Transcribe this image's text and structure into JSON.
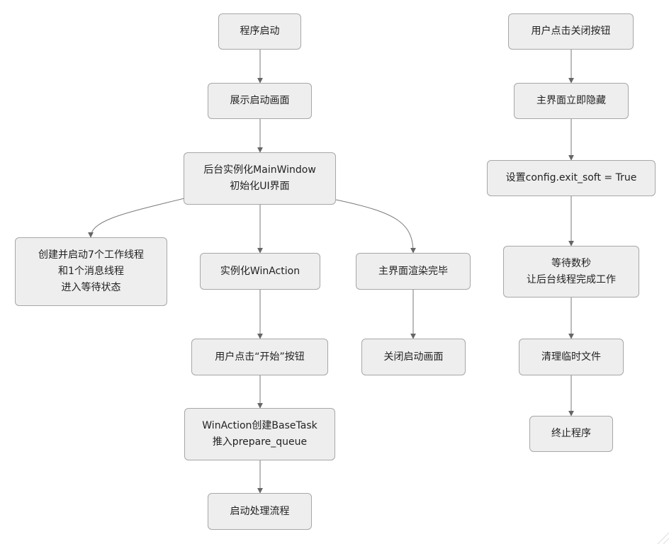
{
  "diagram": {
    "nodes": {
      "start": "程序启动",
      "splash_show": "展示启动画面",
      "init_main": "后台实例化MainWindow\n初始化UI界面",
      "threads": "创建并启动7个工作线程\n和1个消息线程\n进入等待状态",
      "winaction": "实例化WinAction",
      "ui_rendered": "主界面渲染完毕",
      "click_start": "用户点击“开始”按钮",
      "close_splash": "关闭启动画面",
      "create_task": "WinAction创建BaseTask\n推入prepare_queue",
      "start_process": "启动处理流程",
      "click_close": "用户点击关闭按钮",
      "hide_main": "主界面立即隐藏",
      "set_exit": "设置config.exit_soft = True",
      "wait": "等待数秒\n让后台线程完成工作",
      "cleanup": "清理临时文件",
      "terminate": "终止程序"
    }
  },
  "colors": {
    "node_fill": "#eeeeee",
    "node_border": "#a7a7a7",
    "edge": "#7a7a7a",
    "arrowhead": "#666666",
    "text": "#222222"
  }
}
